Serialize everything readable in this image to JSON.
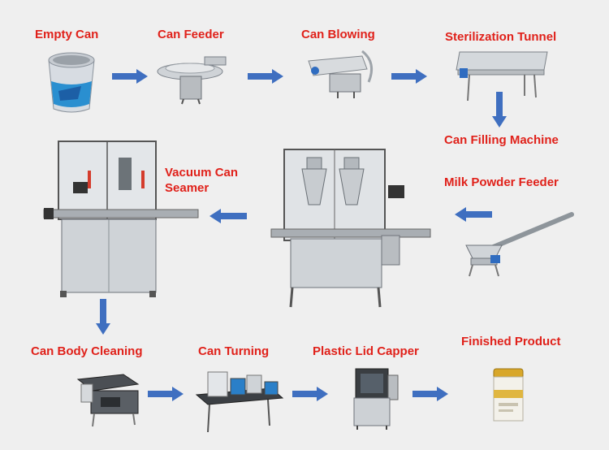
{
  "stages": {
    "empty_can": "Empty Can",
    "can_feeder": "Can Feeder",
    "can_blowing": "Can Blowing",
    "sterilization_tunnel": "Sterilization Tunnel",
    "can_filling_machine": "Can Filling Machine",
    "milk_powder_feeder": "Milk Powder Feeder",
    "vacuum_can_seamer_line1": "Vacuum Can",
    "vacuum_can_seamer_line2": "Seamer",
    "can_body_cleaning": "Can Body Cleaning",
    "can_turning": "Can Turning",
    "plastic_lid_capper": "Plastic Lid Capper",
    "finished_product": "Finished Product"
  },
  "colors": {
    "label": "#e0211a",
    "arrow": "#3f6fc0",
    "background": "#efefef"
  },
  "icons": [
    "arrow-right-icon",
    "arrow-left-icon",
    "arrow-down-icon"
  ]
}
